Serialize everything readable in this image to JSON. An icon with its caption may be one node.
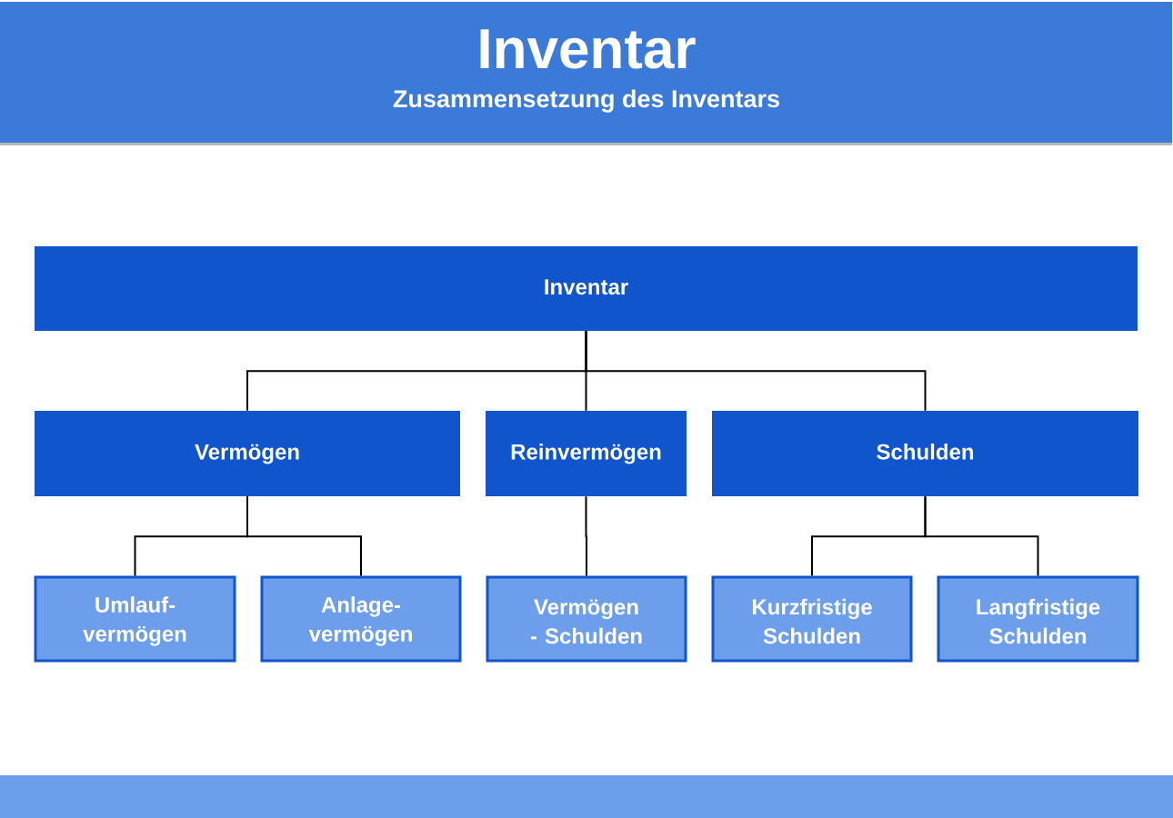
{
  "diagram": {
    "title": "Inventar",
    "nodes": [
      {
        "text": [
          "Inventar"
        ]
      },
      {
        "text": [
          "Vermögen"
        ]
      },
      {
        "text": [
          "Reinvermögen"
        ]
      },
      {
        "text": [
          "Schulden"
        ]
      },
      {
        "text": [
          "Umlauf- vermögen"
        ]
      },
      {
        "text": [
          "Anlage- vermögen"
        ]
      },
      {
        "text": [
          "Vermögen - Schulden"
        ]
      },
      {
        "text": [
          "Kurzfristige Schulden"
        ]
      },
      {
        "text": [
          "Langfristige Schulden"
        ]
      }
    ],
    "edges": [
      {
        "from": 0,
        "to": 1,
        "arrow": "none"
      },
      {
        "from": 0,
        "to": 2,
        "arrow": "none"
      },
      {
        "from": 0,
        "to": 3,
        "arrow": "none"
      },
      {
        "from": 1,
        "to": 4,
        "arrow": "none"
      },
      {
        "from": 1,
        "to": 5,
        "arrow": "none"
      },
      {
        "from": 2,
        "to": 6,
        "arrow": "none"
      },
      {
        "from": 3,
        "to": 7,
        "arrow": "none"
      },
      {
        "from": 3,
        "to": 8,
        "arrow": "none"
      }
    ],
    "labels": [
      "Zusammensetzung des Inventars"
    ]
  }
}
